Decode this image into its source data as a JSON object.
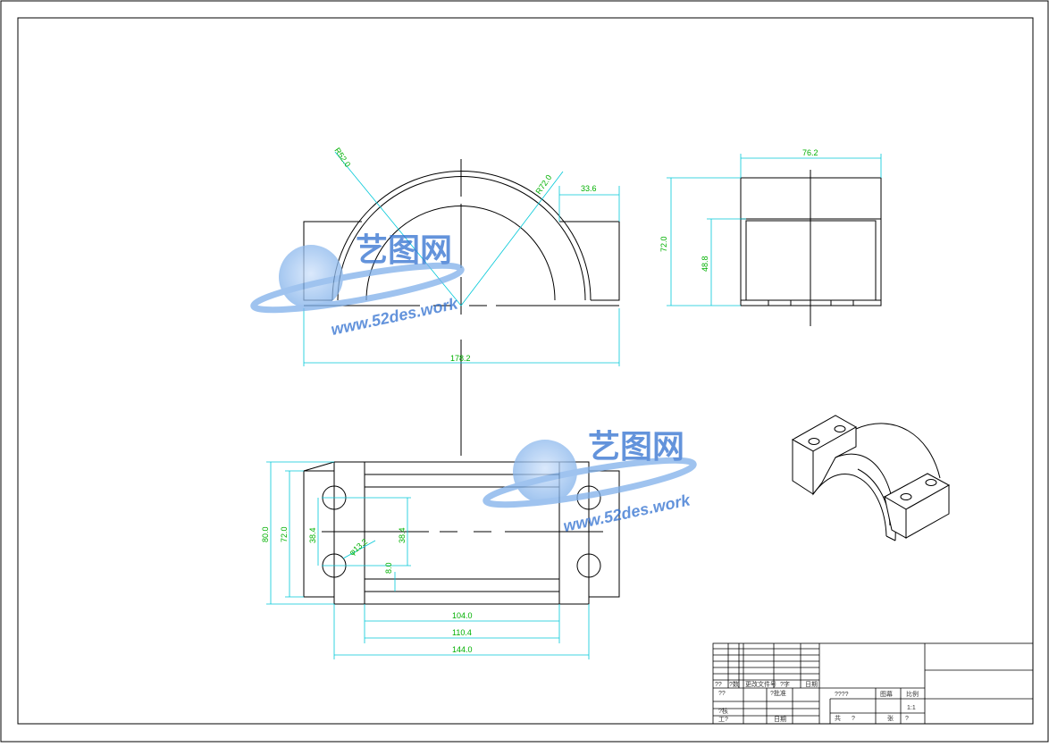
{
  "colors": {
    "outline": "#000000",
    "dimension_line": "#00c8d8",
    "dimension_text": "#00a000",
    "title_block": "#000000",
    "watermark": "#2f6fd0"
  },
  "front_view": {
    "r_inner": "R52.0",
    "r_outer": "R72.0",
    "flange": "33.6",
    "overall_width": "178.2"
  },
  "side_view": {
    "width": "76.2",
    "height": "72.0",
    "inner_height": "48.8"
  },
  "plan_view": {
    "outer_height": "80.0",
    "inner_height": "72.0",
    "hole_spacing_left": "38.4",
    "hole_spacing_right": "38.4",
    "hole_dia": "φ13.2",
    "slot_width": "8.0",
    "slot_length": "104.0",
    "slot_outer": "110.4",
    "overall_length": "144.0"
  },
  "watermark": {
    "logo_text": "艺图网",
    "url_text": "www.52des.work"
  },
  "title_block": {
    "labels": [
      "??",
      "?数",
      "更改文件号",
      "?字",
      "日期",
      "??",
      "?批准",
      "????",
      "图幕",
      "比例",
      "1:1",
      "?核",
      "工?",
      "日期",
      "共",
      "?",
      "张",
      "?"
    ]
  }
}
